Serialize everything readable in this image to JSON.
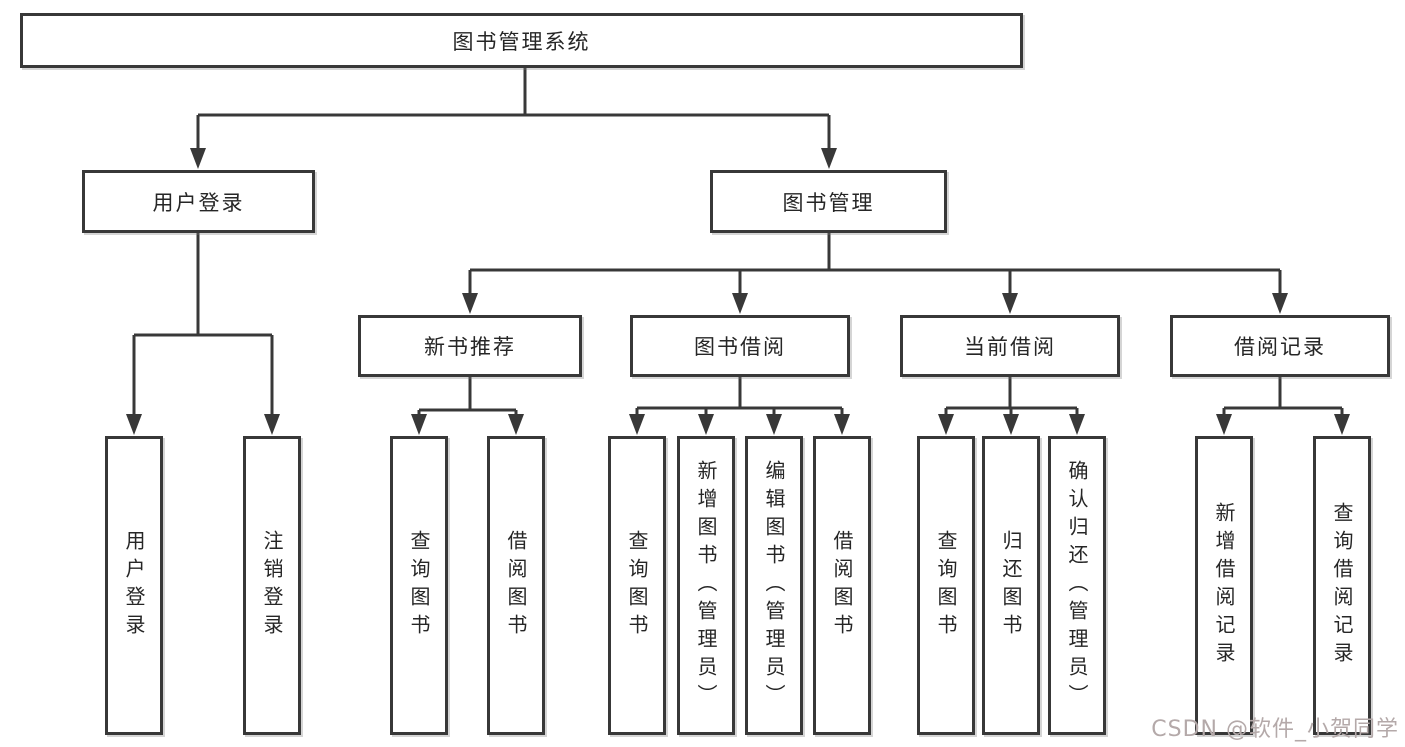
{
  "tree": {
    "label": "图书管理系统",
    "children": [
      {
        "label": "用户登录",
        "children": [
          {
            "label": "用户登录"
          },
          {
            "label": "注销登录"
          }
        ]
      },
      {
        "label": "图书管理",
        "children": [
          {
            "label": "新书推荐",
            "children": [
              {
                "label": "查询图书"
              },
              {
                "label": "借阅图书"
              }
            ]
          },
          {
            "label": "图书借阅",
            "children": [
              {
                "label": "查询图书"
              },
              {
                "label": "新增图书（管理员）"
              },
              {
                "label": "编辑图书（管理员）"
              },
              {
                "label": "借阅图书"
              }
            ]
          },
          {
            "label": "当前借阅",
            "children": [
              {
                "label": "查询图书"
              },
              {
                "label": "归还图书"
              },
              {
                "label": "确认归还（管理员）"
              }
            ]
          },
          {
            "label": "借阅记录",
            "children": [
              {
                "label": "新增借阅记录"
              },
              {
                "label": "查询借阅记录"
              }
            ]
          }
        ]
      }
    ]
  },
  "watermark": "CSDN @软件_小贺同学",
  "colors": {
    "line": "#383838",
    "text": "#262626",
    "watermark": "#b4a9a9",
    "background": "#ffffff"
  }
}
